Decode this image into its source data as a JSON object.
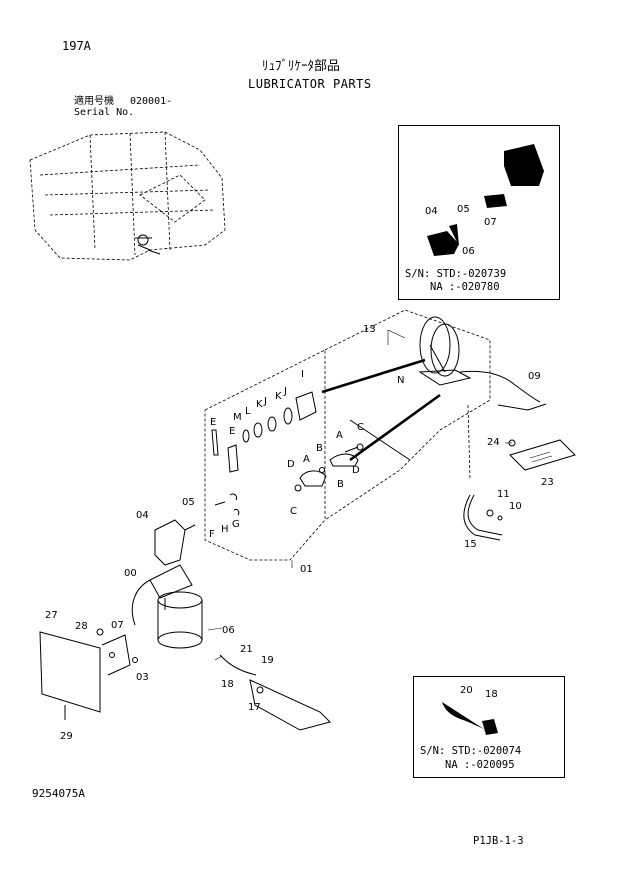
{
  "header": {
    "page_code": "197A",
    "title_jp": "ﾘｭﾌﾞﾘｹｰﾀ部品",
    "title_en": "LUBRICATOR PARTS",
    "applicable_label": "適用号機",
    "applicable_serial": "020001-",
    "serial_label": "Serial No."
  },
  "inset_top": {
    "serial_std": "S/N: STD:-020739",
    "serial_na": "NA  :-020780",
    "labels": [
      "04",
      "05",
      "06",
      "07"
    ]
  },
  "inset_bottom": {
    "serial_std": "S/N: STD:-020074",
    "serial_na": "NA  :-020095",
    "labels": [
      "20",
      "18"
    ]
  },
  "callouts": {
    "numbers": [
      "13",
      "N",
      "09",
      "24",
      "23",
      "11",
      "10",
      "15",
      "01",
      "05",
      "04",
      "00",
      "06",
      "07",
      "28",
      "27",
      "03",
      "29",
      "21",
      "19",
      "18",
      "17"
    ],
    "letters": [
      "I",
      "K",
      "J",
      "K",
      "J",
      "L",
      "M",
      "E",
      "E",
      "A",
      "B",
      "C",
      "D",
      "D",
      "A",
      "B",
      "C",
      "G",
      "H",
      "F"
    ]
  },
  "footer": {
    "drawing_no": "9254075A",
    "page_ref": "P1JB-1-3"
  }
}
